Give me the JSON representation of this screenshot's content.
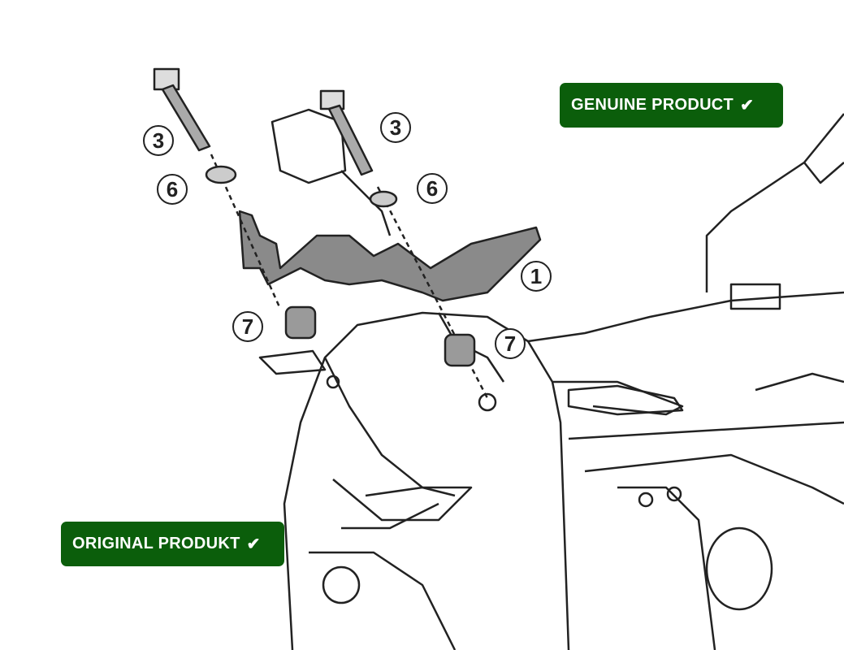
{
  "badges": {
    "genuine": {
      "label": "GENUINE PRODUCT",
      "icon": "check-icon"
    },
    "original": {
      "label": "ORIGINAL PRODUKT",
      "icon": "check-icon"
    }
  },
  "callouts": {
    "bolt_left": "3",
    "bolt_right": "3",
    "washer_left": "6",
    "washer_right": "6",
    "bracket": "1",
    "spacer_left": "7",
    "spacer_right": "7"
  },
  "colors": {
    "badge": "#0b5e0b",
    "line": "#222222",
    "part": "#8a8a8a"
  }
}
